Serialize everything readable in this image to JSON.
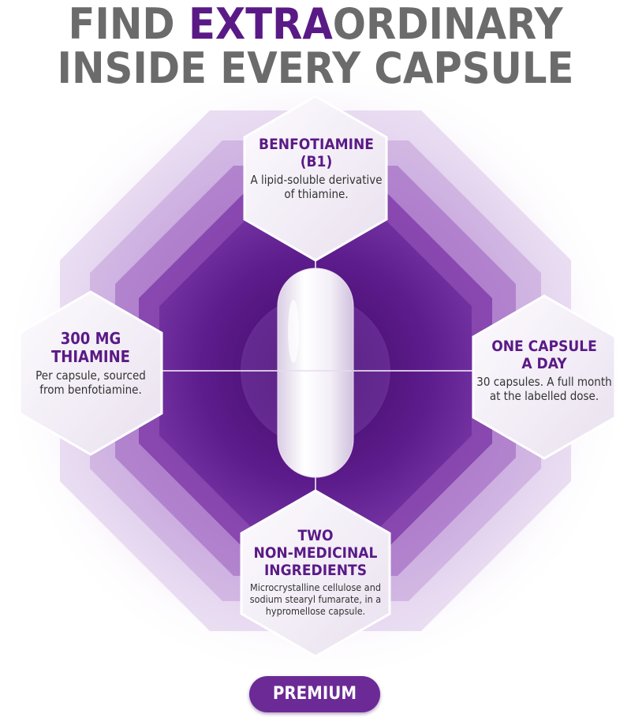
{
  "headline": {
    "line1_accent": "EXTRA",
    "line1_prefix": "FIND ",
    "line1_suffix": "ORDINARY",
    "line2": "INSIDE EVERY CAPSULE"
  },
  "cards": {
    "top": {
      "title": "BENFOTIAMINE (B1)",
      "body": "A lipid-soluble derivative of thiamine."
    },
    "left": {
      "title_line1": "300 MG",
      "title_line2": "THIAMINE",
      "body": "Per capsule, sourced from benfotiamine."
    },
    "right": {
      "title_line1": "ONE CAPSULE",
      "title_line2": "A DAY",
      "body": "30 capsules. A full month at the labelled dose."
    },
    "bottom": {
      "title_line1": "TWO",
      "title_line2": "NON-MEDICINAL",
      "title_line3": "INGREDIENTS",
      "body": "Microcrystalline cellulose and sodium stearyl fumarate, in a hypromellose capsule."
    }
  },
  "badge": {
    "label": "PREMIUM"
  },
  "colors": {
    "accent": "#5a1a86",
    "headline_gray": "#6b6b6b",
    "badge": "#6b2a96"
  }
}
